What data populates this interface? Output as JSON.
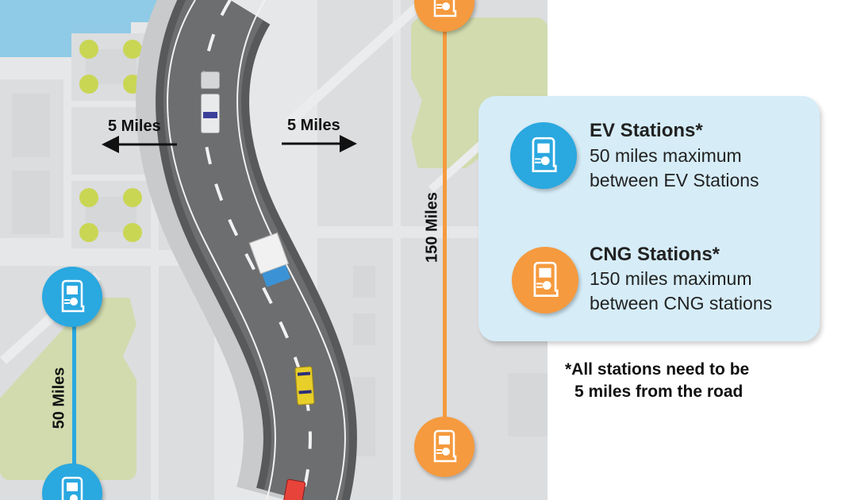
{
  "map": {
    "left_arrow_label": "5 Miles",
    "right_arrow_label": "5 Miles",
    "ev_distance_label": "50 Miles",
    "cng_distance_label": "150 Miles",
    "colors": {
      "ev": "#2aa8e0",
      "cng": "#f59a3e",
      "road": "#6d6e70",
      "park": "#d1dbae",
      "water": "#8fcbe6"
    },
    "vehicles": [
      "white-truck",
      "white-box-truck-blue-cab",
      "yellow-taxi",
      "red-car"
    ]
  },
  "legend": {
    "ev": {
      "title": "EV Stations*",
      "line1": "50 miles maximum",
      "line2": "between EV Stations"
    },
    "cng": {
      "title": "CNG Stations*",
      "line1": "150 miles maximum",
      "line2": "between CNG stations"
    }
  },
  "footnote": {
    "line1": "*All stations need to be",
    "line2": "5 miles from the road"
  }
}
